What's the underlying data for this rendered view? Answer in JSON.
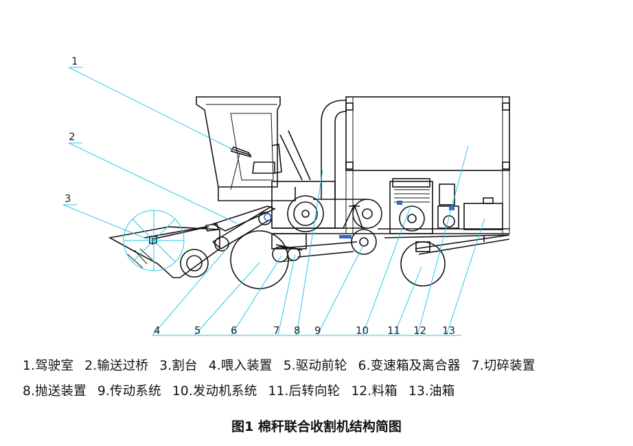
{
  "callouts": [
    "1",
    "2",
    "3",
    "4",
    "5",
    "6",
    "7",
    "8",
    "9",
    "10",
    "11",
    "12",
    "13"
  ],
  "legend_line1": [
    "1.驾驶室",
    "2.输送过桥",
    "3.割台",
    "4.喂入装置",
    "5.驱动前轮",
    "6.变速箱及离合器",
    "7.切碎装置"
  ],
  "legend_line2": [
    "8.抛送装置",
    "9.传动系统",
    "10.发动机系统",
    "11.后转向轮",
    "12.料箱",
    "13.油箱"
  ],
  "caption": "图1 棉秆联合收割机结构简图",
  "colors": {
    "leader": "#22c8e8",
    "line": "#111111",
    "accent": "#3366cc"
  }
}
